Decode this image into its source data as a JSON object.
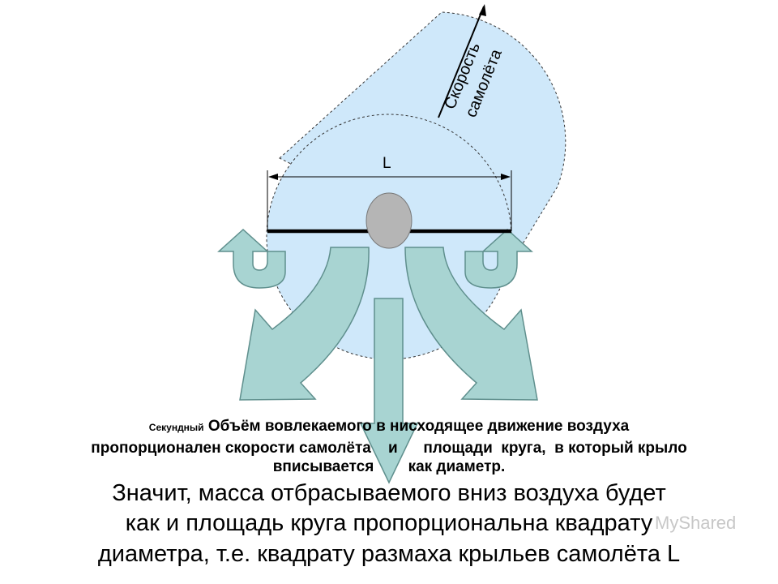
{
  "diagram": {
    "speed_label_line1": "Скорость",
    "speed_label_line2": "самолёта",
    "span_label": "L"
  },
  "caption": {
    "line1_prefix": "Секундный",
    "line1_main": "Объём вовлекаемого  в нисходящее движение воздуха",
    "line2": "пропорционален скорости самолёта    и      площади  круга,  в который крыло",
    "line3": "вписывается        как диаметр."
  },
  "conclusion": {
    "line1": "Значит, масса отбрасываемого вниз воздуха будет",
    "line2": "как и площадь круга пропорциональна квадрату",
    "line3": "диаметра, т.е. квадрату размаха крыльев самолёта L"
  },
  "watermark": {
    "text": "MyShared"
  },
  "colors": {
    "circle_fill": "#cfe8fa",
    "arrow_fill": "#a8d4d2",
    "arrow_stroke": "#5f8f8d",
    "body_fill": "#b5b5b5"
  }
}
